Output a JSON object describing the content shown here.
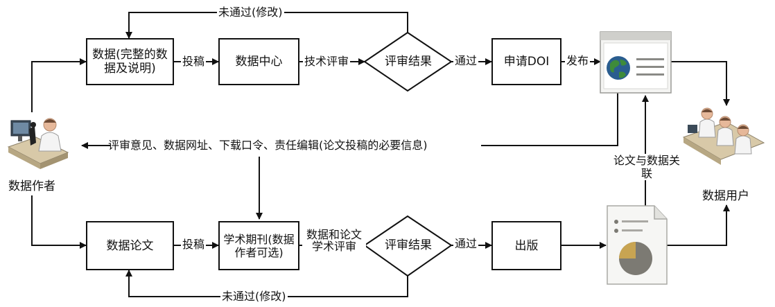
{
  "top_flow": {
    "data_box": "数据(完整的数据及说明)",
    "submit_1": "投稿",
    "data_center": "数据中心",
    "tech_review": "技术评审",
    "review_result": "评审结果",
    "pass": "通过",
    "apply_doi": "申请DOI",
    "publish": "发布",
    "fail_revise": "未通过(修改)"
  },
  "middle": {
    "info_line": "评审意见、数据网址、下载口令、责任编辑(论文投稿的必要信息)",
    "link_label": "论文与数据关联"
  },
  "bottom_flow": {
    "paper_box": "数据论文",
    "submit_2": "投稿",
    "journal_box": "学术期刊(数据作者可选)",
    "academic_review": "数据和论文学术评审",
    "review_result": "评审结果",
    "pass": "通过",
    "publication": "出版",
    "fail_revise": "未通过(修改)"
  },
  "actors": {
    "data_author": "数据作者",
    "data_users": "数据用户"
  },
  "colors": {
    "line": "#111111",
    "globe_blue": "#2a5d8f",
    "globe_green": "#3e8b3a",
    "pie_dark": "#7c7a73",
    "pie_accent": "#c8a452"
  }
}
